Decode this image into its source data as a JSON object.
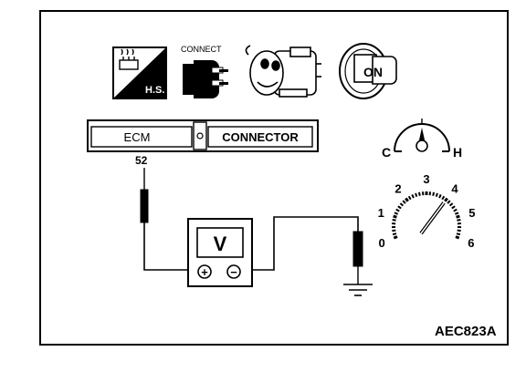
{
  "icons": {
    "hs_label": "H.S.",
    "connect_label": "CONNECT",
    "on_label": "ON",
    "hs_name": "hot-engine-icon",
    "connect_name": "connector-icon",
    "engine_name": "engine-icon",
    "key_name": "ignition-key-icon"
  },
  "connector": {
    "left_label": "ECM",
    "right_label": "CONNECTOR",
    "pin_number": "52"
  },
  "voltmeter": {
    "symbol": "V",
    "plus": "+",
    "minus": "−"
  },
  "temperature_gauge": {
    "cold_label": "C",
    "hot_label": "H"
  },
  "tachometer": {
    "tick_labels": [
      "0",
      "1",
      "2",
      "3",
      "4",
      "5",
      "6"
    ],
    "needle_value": 4
  },
  "figure_code": "AEC823A"
}
